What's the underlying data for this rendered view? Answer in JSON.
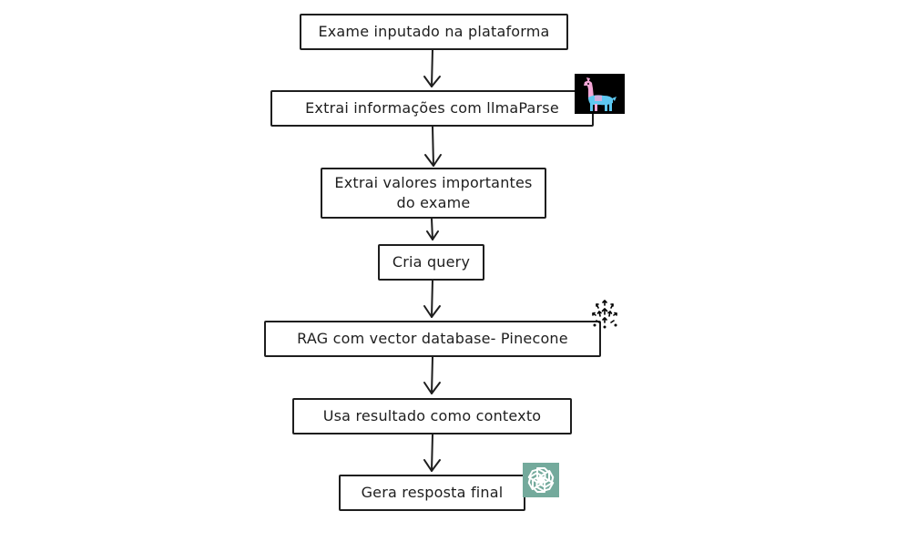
{
  "diagram": {
    "nodes": [
      {
        "id": "step-1",
        "label": "Exame inputado na plataforma"
      },
      {
        "id": "step-2",
        "label": "Extrai informações com llmaParse"
      },
      {
        "id": "step-3",
        "label": "Extrai valores importantes\ndo exame"
      },
      {
        "id": "step-4",
        "label": "Cria query"
      },
      {
        "id": "step-5",
        "label": "RAG com vector database- Pinecone"
      },
      {
        "id": "step-6",
        "label": "Usa resultado como contexto"
      },
      {
        "id": "step-7",
        "label": "Gera resposta final"
      }
    ],
    "edges": [
      {
        "from": "step-1",
        "to": "step-2"
      },
      {
        "from": "step-2",
        "to": "step-3"
      },
      {
        "from": "step-3",
        "to": "step-4"
      },
      {
        "from": "step-4",
        "to": "step-5"
      },
      {
        "from": "step-5",
        "to": "step-6"
      },
      {
        "from": "step-6",
        "to": "step-7"
      }
    ],
    "icons": [
      {
        "name": "llama-logo-icon",
        "attached_to": "step-2"
      },
      {
        "name": "pinecone-logo-icon",
        "attached_to": "step-5"
      },
      {
        "name": "openai-logo-icon",
        "attached_to": "step-7"
      }
    ],
    "colors": {
      "stroke": "#1e1e1e",
      "llama_bg": "#000000",
      "llama_pink": "#f4a6d7",
      "llama_blue": "#5ec8f2",
      "openai_green": "#74aa9c"
    }
  }
}
